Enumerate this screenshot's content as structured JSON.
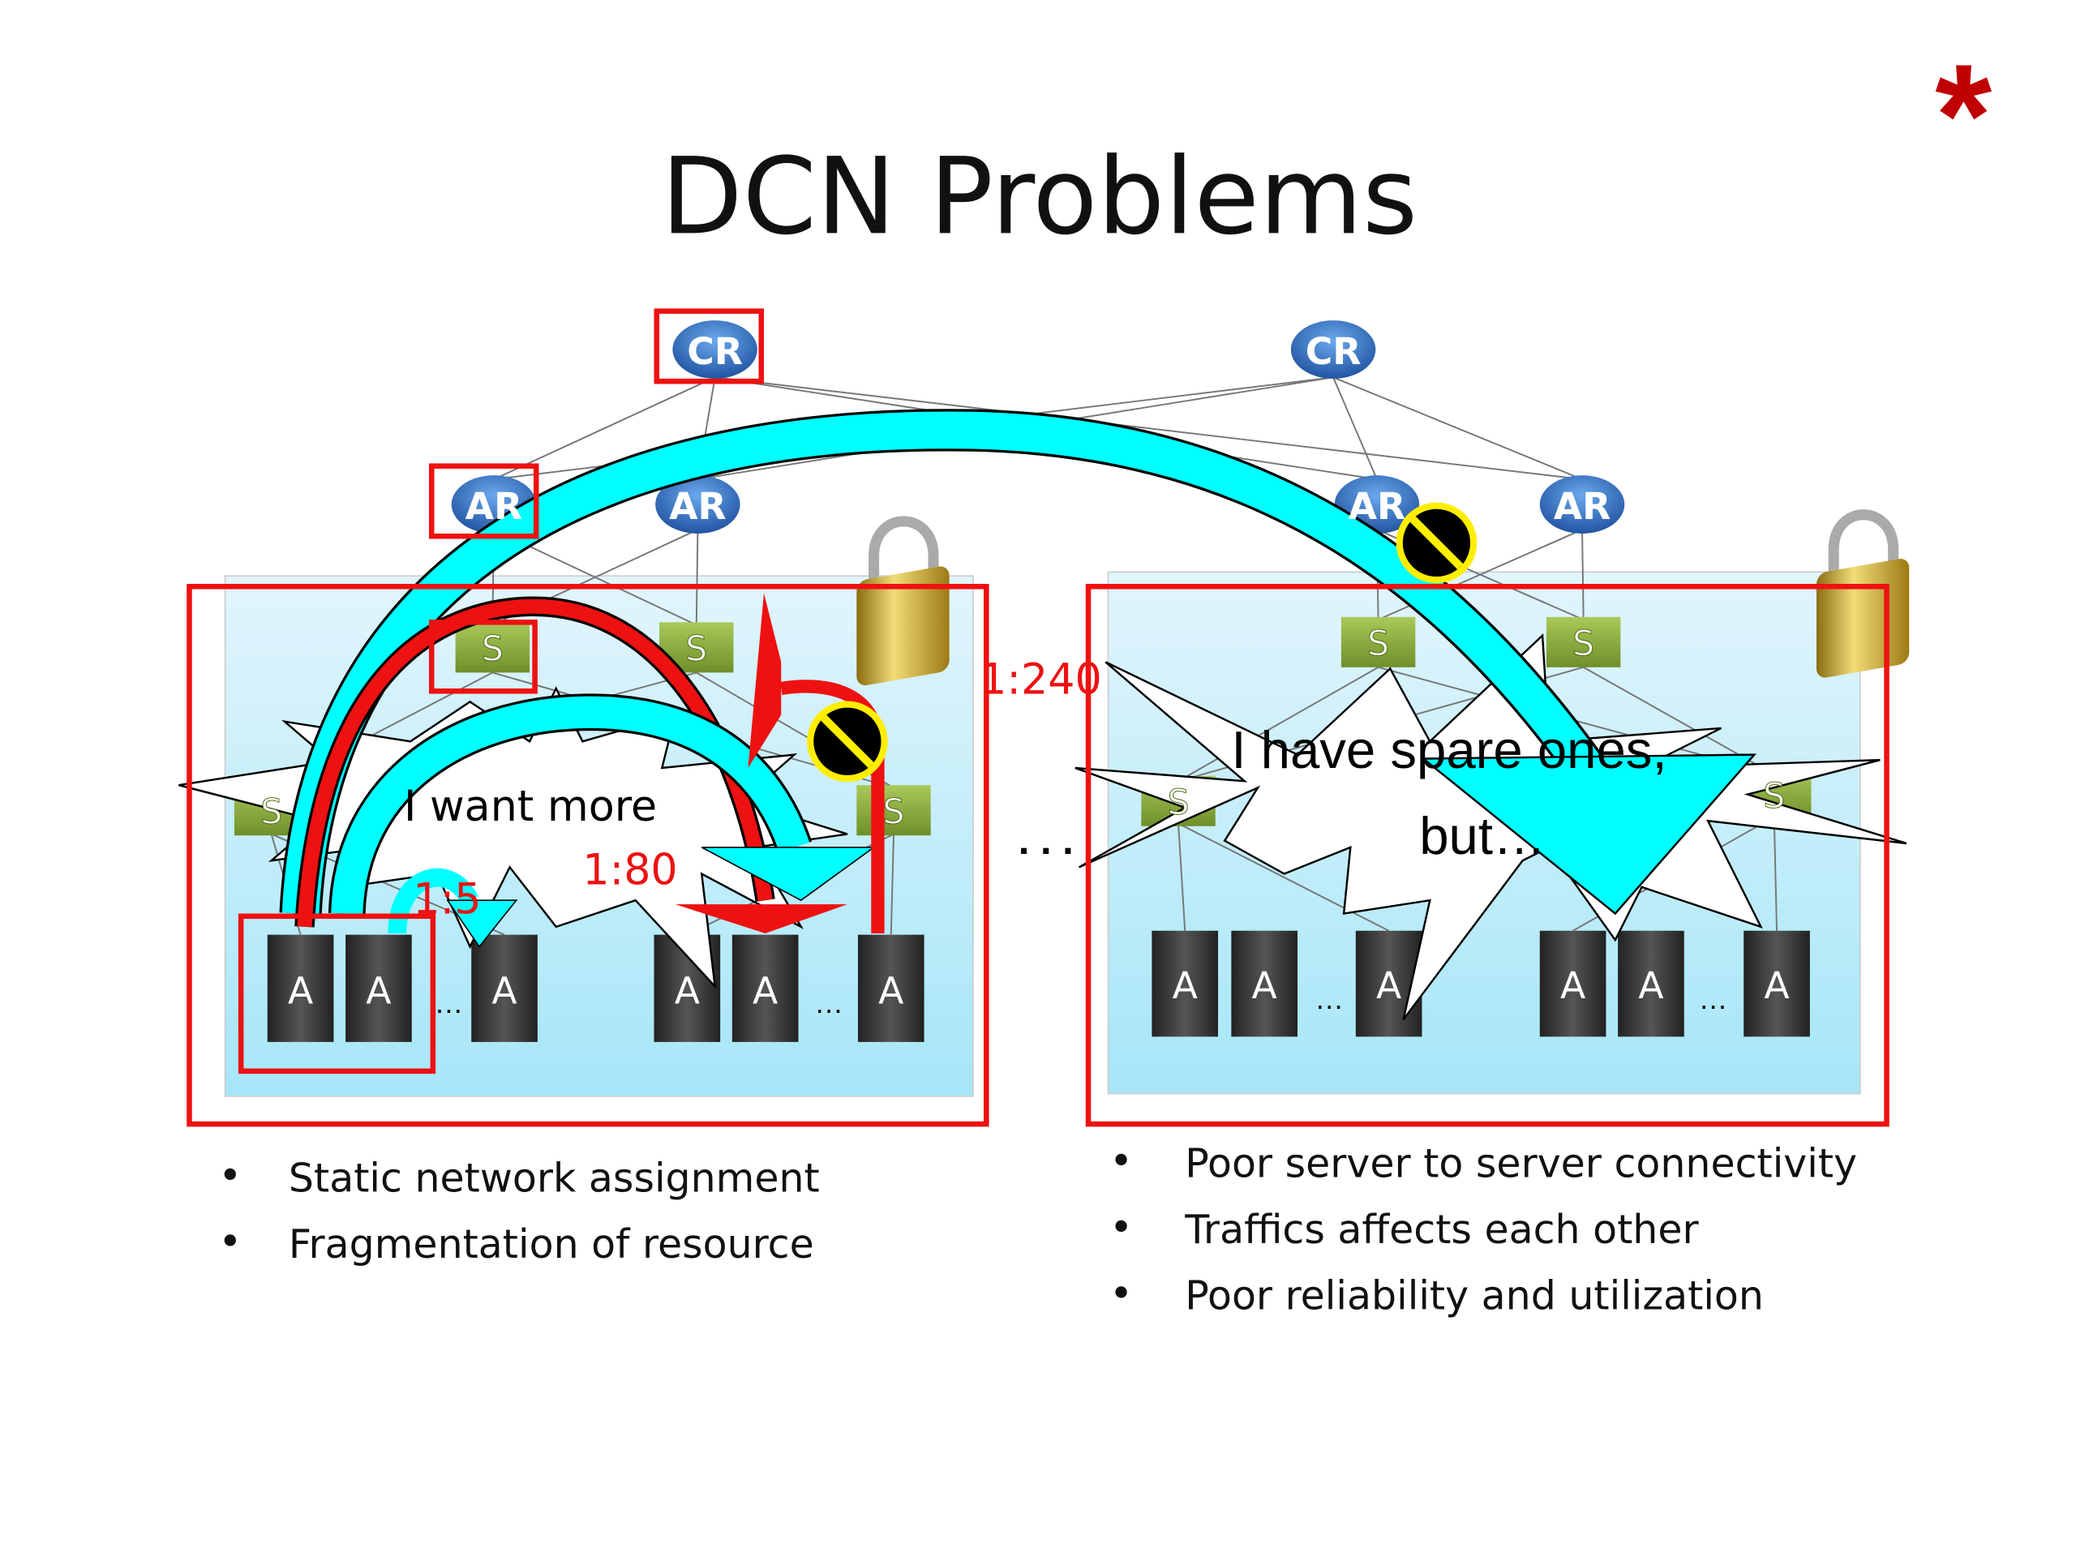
{
  "slide": {
    "title": "DCN Problems",
    "corner_mark": "*",
    "colors": {
      "highlight": "#ee1111",
      "flow": "#00ffff",
      "router": "#2a6fc0",
      "switch": "#8aaa3a",
      "server": "#3a3a3a",
      "pod": "#b8ecfa"
    }
  },
  "diagram": {
    "core_routers": [
      "CR",
      "CR"
    ],
    "access_routers": [
      "AR",
      "AR",
      "AR",
      "AR"
    ],
    "switch_label": "S",
    "server_label": "A",
    "ellipsis": "…",
    "pod_separator": ". . .",
    "ratios": {
      "core": "1:240",
      "aggregation": "1:80",
      "rack": "1:5"
    },
    "left_callout": "I want more",
    "right_callout_line1": "I have spare ones,",
    "right_callout_line2": "but…",
    "icons": [
      "lock-icon",
      "no-entry-icon"
    ]
  },
  "bullets": {
    "left": [
      "Static network assignment",
      "Fragmentation of resource"
    ],
    "right": [
      "Poor server to server connectivity",
      "Traffics affects each other",
      "Poor reliability and utilization"
    ]
  }
}
